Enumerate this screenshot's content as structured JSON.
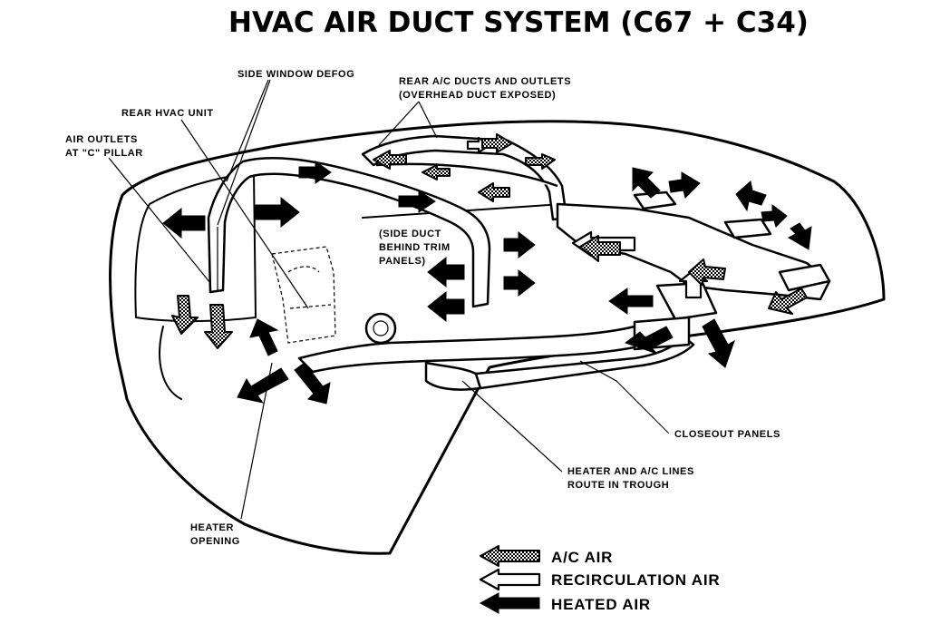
{
  "title": "HVAC AIR DUCT SYSTEM (C67 + C34)",
  "labels": {
    "side_window_defog": "SIDE WINDOW DEFOG",
    "rear_ac_ducts_line1": "REAR A/C DUCTS AND OUTLETS",
    "rear_ac_ducts_line2": "(OVERHEAD DUCT EXPOSED)",
    "rear_hvac_unit": "REAR HVAC UNIT",
    "air_outlets_line1": "AIR OUTLETS",
    "air_outlets_line2": "AT \"C\" PILLAR",
    "side_duct_line1": "(SIDE DUCT",
    "side_duct_line2": "BEHIND TRIM",
    "side_duct_line3": "PANELS)",
    "closeout_panels": "CLOSEOUT PANELS",
    "heater_lines_line1": "HEATER AND A/C LINES",
    "heater_lines_line2": "ROUTE IN TROUGH",
    "heater_opening_line1": "HEATER",
    "heater_opening_line2": "OPENING"
  },
  "legend": [
    {
      "key": "ac",
      "label": "A/C AIR"
    },
    {
      "key": "recirc",
      "label": "RECIRCULATION AIR"
    },
    {
      "key": "heat",
      "label": "HEATED AIR"
    }
  ]
}
